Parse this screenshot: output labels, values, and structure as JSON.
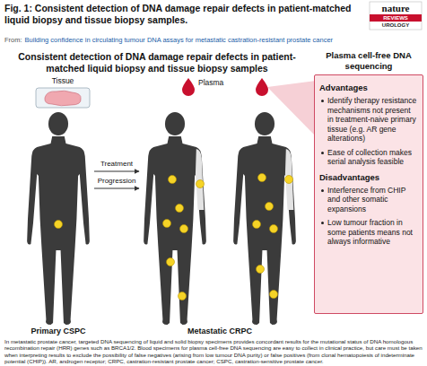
{
  "diagram": {
    "title": "Fig. 1: Consistent detection of DNA damage repair defects in patient-matched liquid biopsy and tissue biopsy samples.",
    "caption": "In metastatic prostate cancer, targeted DNA sequencing of liquid and solid biopsy specimens provides concordant results for the mutational status of DNA homologous recombination repair (HRR) genes such as BRCA1/2. Blood specimens for plasma cell-free DNA sequencing are easy to collect in clinical practice, but care must be taken when interpreting results to exclude the possibility of false negatives (arising from low tumour DNA purity) or false positives (from clonal hematopoiesis of indeterminate potential (CHIP)). AR, androgen receptor; CRPC, castration-resistant prostate cancer; CSPC, castration-sensitive prostate cancer.",
    "nodes": [
      {
        "text": [
          "Plasma cell-free DNA sequencing",
          "Advantages",
          "Identify therapy resistance mechanisms not present in treatment-naive primary tissue (e.g. AR gene alterations)",
          "Ease of collection makes serial analysis feasible",
          "Disadvantages",
          "Interference from CHIP and other somatic expansions",
          "Low tumour fraction in some patients means not always informative"
        ]
      }
    ],
    "labels": [
      "nature",
      "REVIEWS",
      "UROLOGY",
      "From:",
      "Building confidence in circulating tumour DNA assays for metastatic castration-resistant prostate cancer",
      "Consistent detection of DNA damage repair defects in patient-matched liquid biopsy and tissue biopsy samples",
      "Tissue",
      "Plasma",
      "Treatment",
      "Progression",
      "Primary CSPC",
      "Metastatic CRPC"
    ]
  }
}
